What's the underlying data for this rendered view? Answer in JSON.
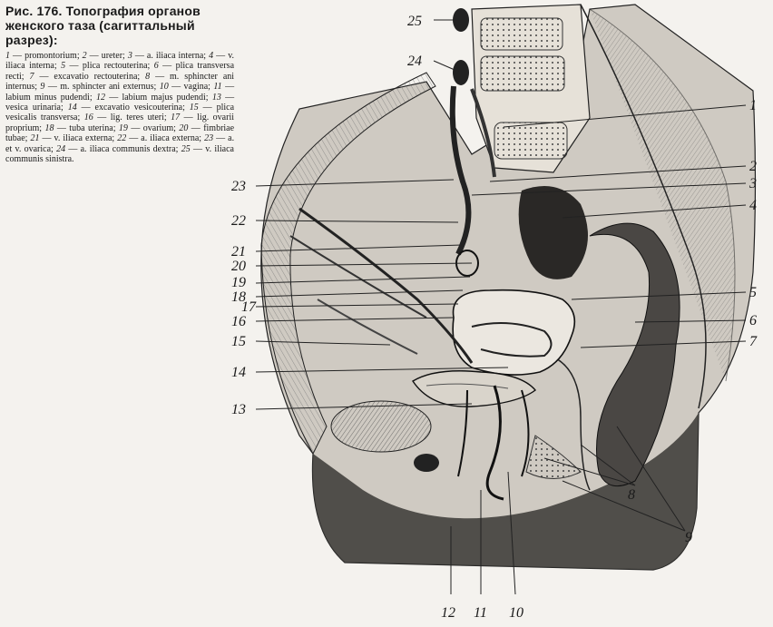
{
  "caption": {
    "title": "Рис. 176. Топография органов женского таза (сагиттальный разрез):",
    "legend": [
      {
        "num": "1",
        "text": "promontorium;"
      },
      {
        "num": "2",
        "text": "ureter;"
      },
      {
        "num": "3",
        "text": "a. iliaca interna;"
      },
      {
        "num": "4",
        "text": "v. iliaca interna;"
      },
      {
        "num": "5",
        "text": "plica rectouterina;"
      },
      {
        "num": "6",
        "text": "plica transversa recti;"
      },
      {
        "num": "7",
        "text": "excavatio rectouterina;"
      },
      {
        "num": "8",
        "text": "m. sphincter ani internus;"
      },
      {
        "num": "9",
        "text": "m. sphincter ani externus;"
      },
      {
        "num": "10",
        "text": "vagina;"
      },
      {
        "num": "11",
        "text": "labium minus pudendi;"
      },
      {
        "num": "12",
        "text": "labium majus pudendi;"
      },
      {
        "num": "13",
        "text": "vesica urinaria;"
      },
      {
        "num": "14",
        "text": "excavatio vesicouterina;"
      },
      {
        "num": "15",
        "text": "plica vesicalis transversa;"
      },
      {
        "num": "16",
        "text": "lig. teres uteri;"
      },
      {
        "num": "17",
        "text": "lig. ovarii proprium;"
      },
      {
        "num": "18",
        "text": "tuba uterina;"
      },
      {
        "num": "19",
        "text": "ovarium;"
      },
      {
        "num": "20",
        "text": "fimbriae tubae;"
      },
      {
        "num": "21",
        "text": "v. iliaca externa;"
      },
      {
        "num": "22",
        "text": "a. iliaca externa;"
      },
      {
        "num": "23",
        "text": "a. et v. ovarica;"
      },
      {
        "num": "24",
        "text": "a. iliaca communis dextra;"
      },
      {
        "num": "25",
        "text": "v. iliaca communis sinistra."
      }
    ]
  },
  "labels": {
    "l1": "1",
    "l2": "2",
    "l3": "3",
    "l4": "4",
    "l5": "5",
    "l6": "6",
    "l7": "7",
    "l8": "8",
    "l9": "9",
    "l10": "10",
    "l11": "11",
    "l12": "12",
    "l13": "13",
    "l14": "14",
    "l15": "15",
    "l16": "16",
    "l17": "17",
    "l18": "18",
    "l19": "19",
    "l20": "20",
    "l21": "21",
    "l22": "22",
    "l23": "23",
    "l24": "24",
    "l25": "25"
  },
  "colors": {
    "paper": "#f4f2ee",
    "ink": "#1a1a1a"
  }
}
